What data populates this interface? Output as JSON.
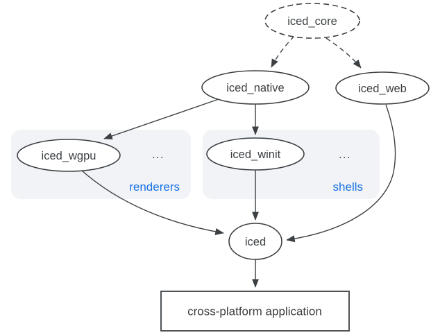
{
  "diagram": {
    "title_hint": "iced crate architecture diagram",
    "nodes": {
      "iced_core": {
        "label": "iced_core"
      },
      "iced_native": {
        "label": "iced_native"
      },
      "iced_web": {
        "label": "iced_web"
      },
      "iced_wgpu": {
        "label": "iced_wgpu"
      },
      "iced_winit": {
        "label": "iced_winit"
      },
      "iced": {
        "label": "iced"
      },
      "app": {
        "label": "cross-platform application"
      }
    },
    "groups": {
      "renderers": {
        "label": "renderers",
        "ellipsis": "..."
      },
      "shells": {
        "label": "shells",
        "ellipsis": "..."
      }
    },
    "edges": [
      {
        "from": "iced_core",
        "to": "iced_native",
        "style": "dashed"
      },
      {
        "from": "iced_core",
        "to": "iced_web",
        "style": "dashed"
      },
      {
        "from": "iced_native",
        "to": "iced_wgpu",
        "style": "solid"
      },
      {
        "from": "iced_native",
        "to": "iced_winit",
        "style": "solid"
      },
      {
        "from": "iced_wgpu",
        "to": "iced",
        "style": "solid"
      },
      {
        "from": "iced_winit",
        "to": "iced",
        "style": "solid"
      },
      {
        "from": "iced_web",
        "to": "iced",
        "style": "solid"
      },
      {
        "from": "iced",
        "to": "app",
        "style": "solid"
      }
    ],
    "colors": {
      "ink": "#3c4043",
      "accent_blue": "#1a73e8",
      "group_bg": "#f1f3f6",
      "node_fill": "#ffffff"
    }
  }
}
